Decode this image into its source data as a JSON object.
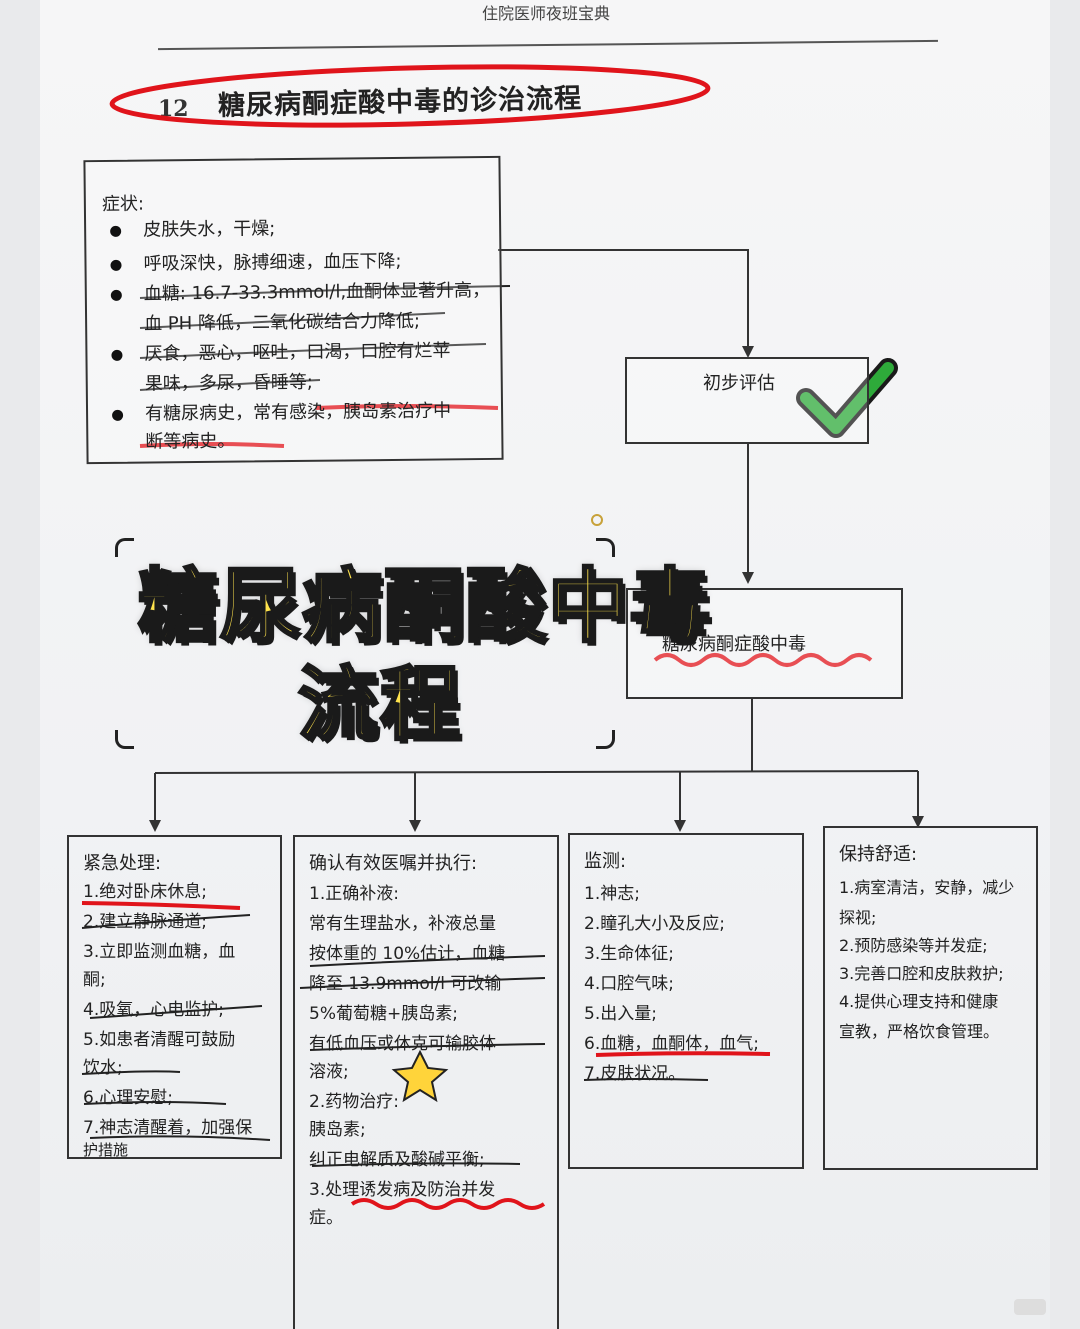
{
  "header": {
    "book_title": "住院医师夜班宝典"
  },
  "section": {
    "number": "12",
    "title": "糖尿病酮症酸中毒的诊治流程"
  },
  "symptoms": {
    "title": "症状:",
    "lines": [
      "皮肤失水，干燥;",
      "呼吸深快，脉搏细速，血压下降;",
      "血糖: 16.7-33.3mmol/l,血酮体显著升高，",
      "血 PH 降低，二氧化碳结合力降低;",
      "厌食，恶心，呕吐，口渴，口腔有烂苹",
      "果味，多尿，昏睡等;",
      "有糖尿病史，常有感染，胰岛素治疗中",
      "断等病史。"
    ]
  },
  "assess": {
    "label": "初步评估"
  },
  "dka": {
    "label": "糖尿病酮症酸中毒"
  },
  "overlay": {
    "line1": "糖尿病酮酸中毒",
    "line2": "流程"
  },
  "columns": {
    "emergency": {
      "title": "紧急处理:",
      "lines": [
        "1.绝对卧床休息;",
        "2.建立静脉通道;",
        "3.立即监测血糖，血",
        "酮;",
        "4.吸氧，心电监护;",
        "5.如患者清醒可鼓励",
        "饮水;",
        "6.心理安慰;",
        "7.神志清醒着，加强保",
        "护措施"
      ]
    },
    "orders": {
      "title": "确认有效医嘱并执行:",
      "lines": [
        "1.正确补液:",
        "常有生理盐水，补液总量",
        "按体重的 10%估计，血糖",
        "降至 13.9mmol/l 可改输",
        "5%葡萄糖+胰岛素;",
        "有低血压或休克可输胶体",
        "溶液;",
        "2.药物治疗:",
        "胰岛素;",
        "纠正电解质及酸碱平衡;",
        "3.处理诱发病及防治并发",
        "症。"
      ]
    },
    "monitor": {
      "title": "监测:",
      "lines": [
        "1.神志;",
        "2.瞳孔大小及反应;",
        "3.生命体征;",
        "4.口腔气味;",
        "5.出入量;",
        "6.血糖，血酮体，血气;",
        "7.皮肤状况。"
      ]
    },
    "comfort": {
      "title": "保持舒适:",
      "lines": [
        "1.病室清洁，安静，减少",
        "探视;",
        "2.预防感染等并发症;",
        "3.完善口腔和皮肤救护;",
        "4.提供心理支持和健康",
        "宣教，严格饮食管理。"
      ]
    }
  },
  "colors": {
    "red_ink": "#e0141b",
    "check_green": "#2eaa3a",
    "overlay_yellow": "#ffe34d"
  }
}
